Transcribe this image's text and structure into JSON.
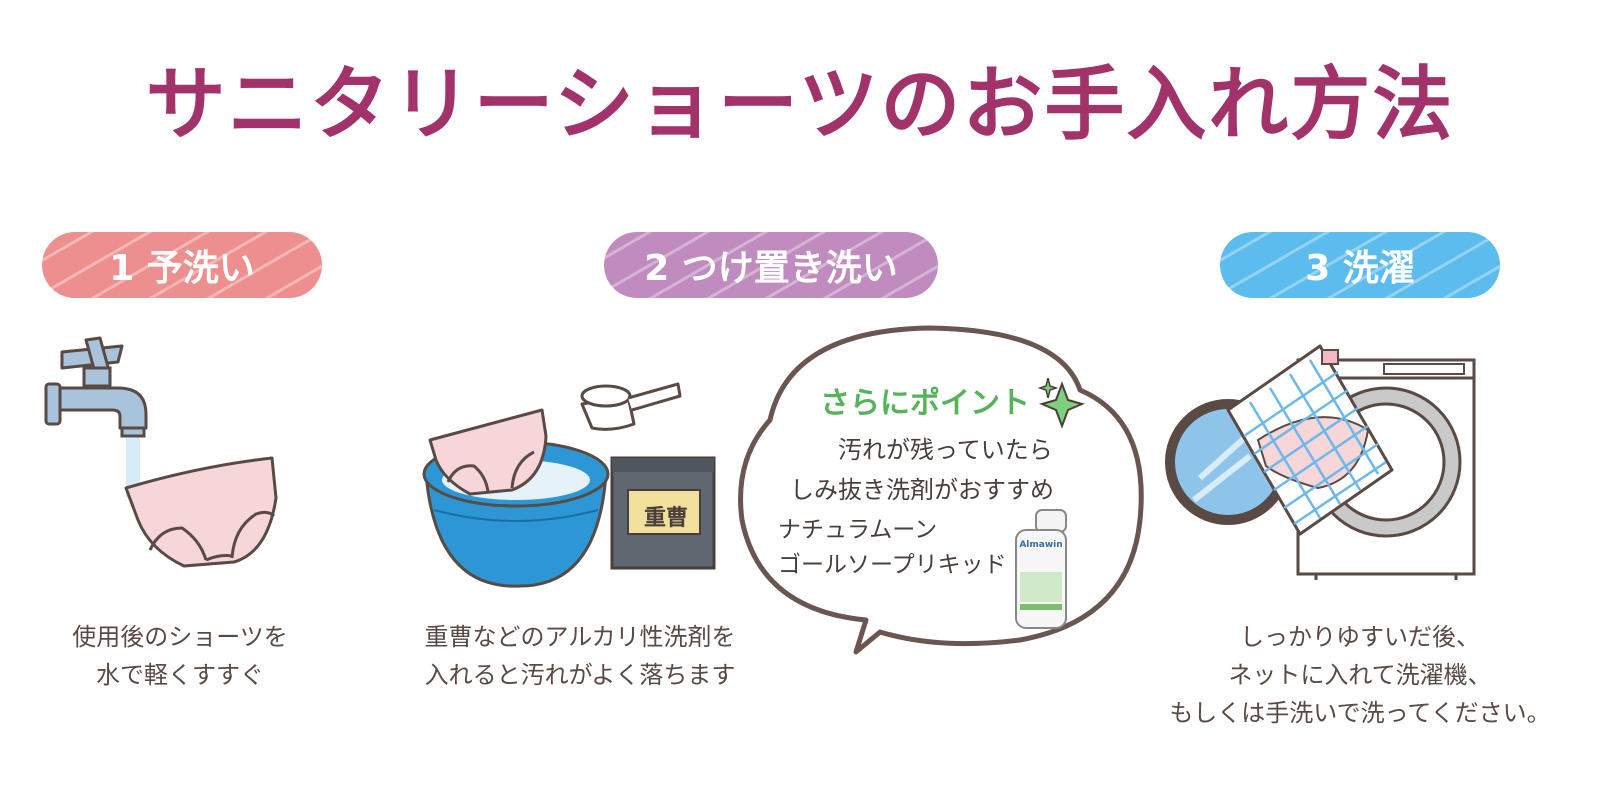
{
  "title": "サニタリーショーツのお手入れ方法",
  "steps": [
    {
      "label": "1 予洗い",
      "caption_lines": [
        "使用後のショーツを",
        "水で軽くすすぐ"
      ]
    },
    {
      "label": "2 つけ置き洗い",
      "caption_lines": [
        "重曹などのアルカリ性洗剤を",
        "入れると汚れがよく落ちます"
      ]
    },
    {
      "label": "3 洗濯",
      "caption_lines": [
        "しっかりゆすいだ後、",
        "ネットに入れて洗濯機、",
        "もしくは手洗いで洗ってください。"
      ]
    }
  ],
  "baking_soda_label": "重曹",
  "point": {
    "heading": "さらにポイント",
    "lines": [
      "汚れが残っていたら",
      "しみ抜き洗剤がおすすめ"
    ],
    "product_lines": [
      "ナチュラムーン",
      "ゴールソープリキッド"
    ]
  },
  "bottle_brand": "Almawin",
  "colors": {
    "title": "#a2336a",
    "step1": "#ee8f8f",
    "step2": "#c08bbf",
    "step3": "#5cbcee",
    "point_heading": "#55b35a"
  }
}
